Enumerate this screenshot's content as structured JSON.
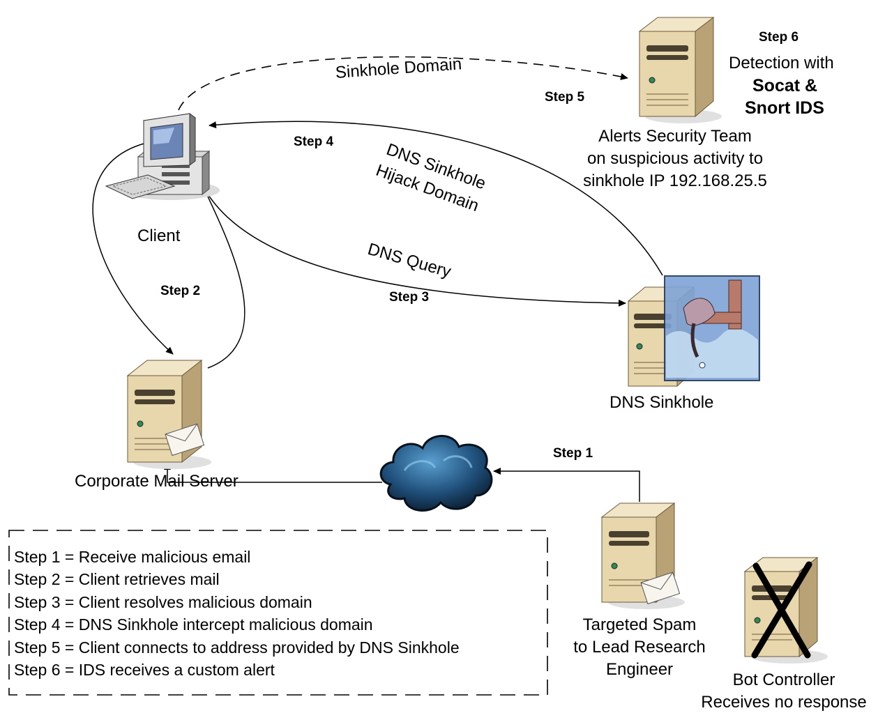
{
  "nodes": {
    "client": {
      "label": "Client"
    },
    "ids_server": {
      "step": "Step 6",
      "line1": "Detection with",
      "line2": "Socat &",
      "line3": "Snort IDS",
      "alert_lines": [
        "Alerts Security Team",
        "on suspicious activity to",
        "sinkhole IP 192.168.25.5"
      ]
    },
    "dns_sinkhole": {
      "label": "DNS Sinkhole"
    },
    "mail_server": {
      "label": "Corporate Mail Server"
    },
    "spam_source": {
      "lines": [
        "Targeted Spam",
        "to Lead Research",
        "Engineer"
      ]
    },
    "bot_controller": {
      "lines": [
        "Bot Controller",
        "Receives no response"
      ]
    }
  },
  "edges": {
    "sinkhole_domain": "Sinkhole Domain",
    "dns_hijack_line1": "DNS Sinkhole",
    "dns_hijack_line2": "Hijack Domain",
    "dns_query": "DNS Query"
  },
  "steps": {
    "step1": "Step 1",
    "step2": "Step 2",
    "step3": "Step 3",
    "step4": "Step 4",
    "step5": "Step 5"
  },
  "legend": {
    "items": [
      "Step 1 = Receive malicious email",
      "Step 2 = Client retrieves mail",
      "Step 3 = Client resolves malicious domain",
      "Step 4 = DNS Sinkhole intercept malicious domain",
      "Step 5 = Client connects to address provided by DNS Sinkhole",
      "Step 6 = IDS receives a custom alert"
    ]
  },
  "colors": {
    "server_body": "#e8d7ad",
    "server_side": "#b9a275",
    "server_dark": "#4a4030",
    "cloud": "#1f4f7a",
    "cloud_light": "#5a9fd0",
    "line": "#000000"
  },
  "icons": {
    "client": "desktop-computer-icon",
    "server": "server-tower-icon",
    "cloud": "internet-cloud-icon",
    "envelope": "envelope-icon",
    "faucet": "faucet-sinkhole-icon",
    "x_mark": "x-mark-icon"
  }
}
